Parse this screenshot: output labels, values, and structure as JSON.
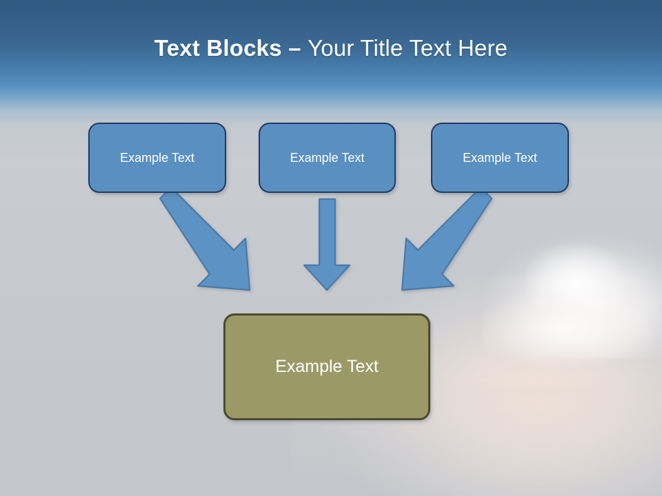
{
  "slide": {
    "title": {
      "bold_part": "Text Blocks ",
      "separator": "– ",
      "light_part": "Your Title Text Here"
    },
    "theme": {
      "title_color": "#ffffff",
      "sky_top_color": "#2f5a80",
      "sky_mid_color": "#5a93c3",
      "haze_color": "#c4c7cc",
      "box_blue_fill": "#5a8fc2",
      "box_blue_border": "#1f3b61",
      "box_olive_fill": "#9b9a66",
      "box_olive_border": "#4a4a2d",
      "arrow_fill": "#5b93c4",
      "arrow_border": "#4a7aa8"
    },
    "source_boxes": [
      {
        "label": "Example Text"
      },
      {
        "label": "Example Text"
      },
      {
        "label": "Example Text"
      }
    ],
    "arrows": [
      {
        "name": "arrow-left-diagonal",
        "direction": "down-right"
      },
      {
        "name": "arrow-middle-vertical",
        "direction": "down"
      },
      {
        "name": "arrow-right-diagonal",
        "direction": "down-left"
      }
    ],
    "result_box": {
      "label": "Example Text"
    }
  }
}
